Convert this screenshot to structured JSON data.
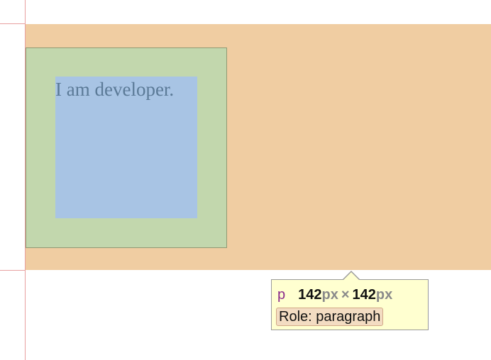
{
  "page": {
    "paragraph_text": "I am developer."
  },
  "inspector_tooltip": {
    "tag": "p",
    "width_value": "142",
    "width_unit": "px",
    "separator": "×",
    "height_value": "142",
    "height_unit": "px",
    "role_label": "Role: paragraph"
  },
  "colors": {
    "margin_highlight": "#f0cda2",
    "border_highlight": "#c2d7ad",
    "content_highlight": "#a8c4e4",
    "tooltip_background": "#ffffd0",
    "guide_line": "#e8a0a0"
  }
}
